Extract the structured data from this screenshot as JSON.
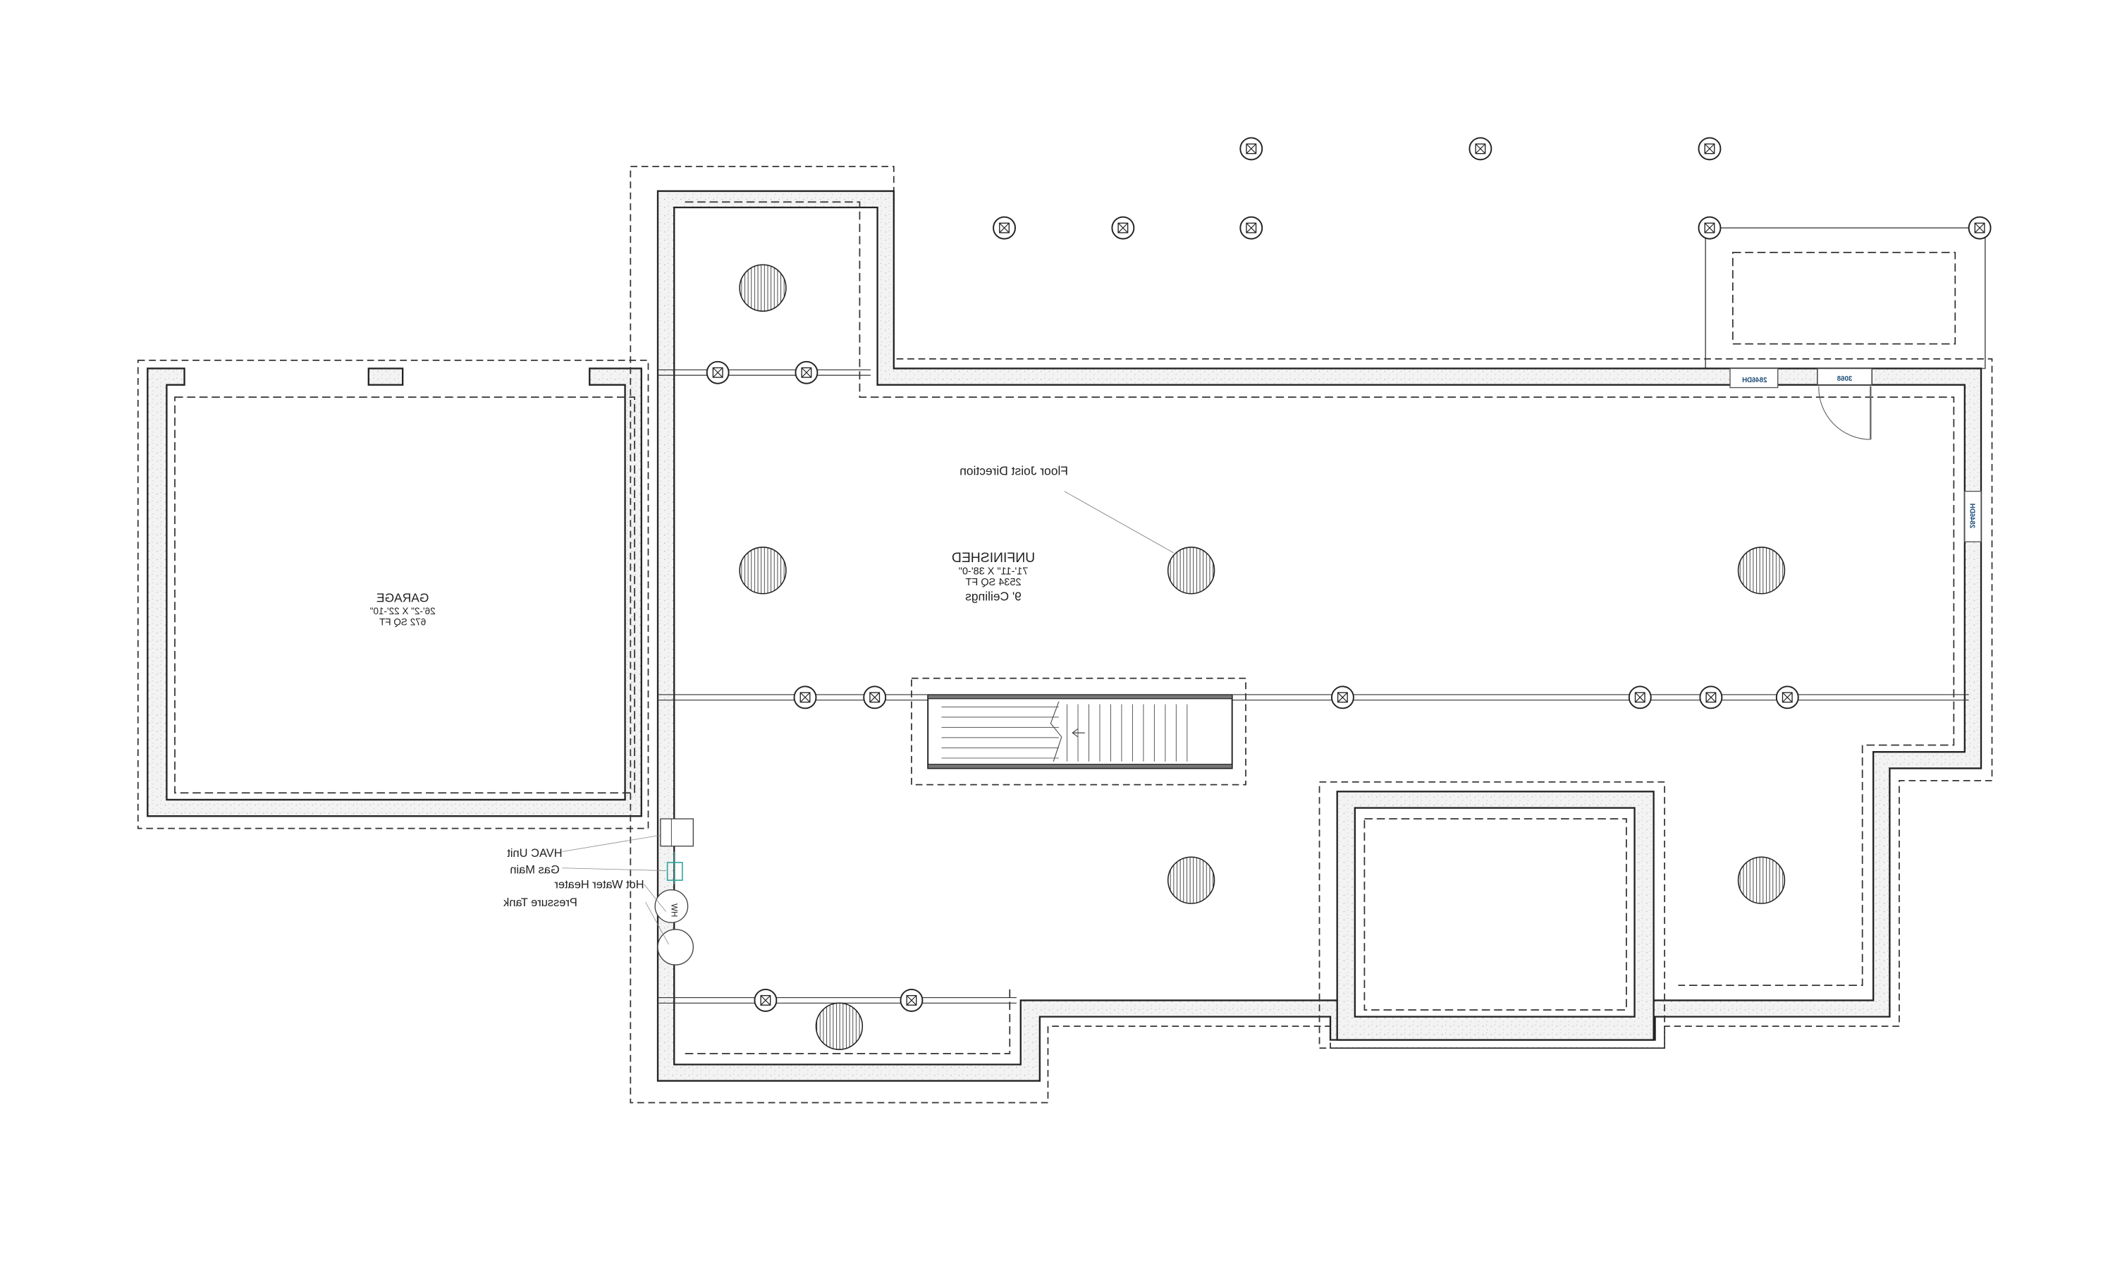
{
  "colors": {
    "line": "#222222",
    "wall_fill": "#f2f2f2",
    "equipment": "#2aa39a",
    "window_tag": "#1f4e79"
  },
  "rooms": {
    "garage": {
      "name": "GARAGE",
      "size": "26'-2\" X 22'-10\"",
      "area": "672 SQ FT"
    },
    "unfinished": {
      "name": "UNFINISHED",
      "size": "71'-11\" X 38'-0\"",
      "area": "2534 SQ FT",
      "ceiling": "9' Ceilings"
    }
  },
  "annotations": {
    "joist": "Floor Joist Direction",
    "hvac": "HVAC Unit",
    "gas": "Gas Main",
    "hot_water": "Hot Water Heater",
    "pressure_tank": "Pressure Tank",
    "hw_symbol": "HW"
  },
  "openings": {
    "window_top": "2846DH",
    "door": "3068",
    "window_right": "2846DH"
  },
  "icons": {
    "column": "column-x-icon",
    "pier": "hatched-pier-icon",
    "stair": "stair-icon"
  }
}
